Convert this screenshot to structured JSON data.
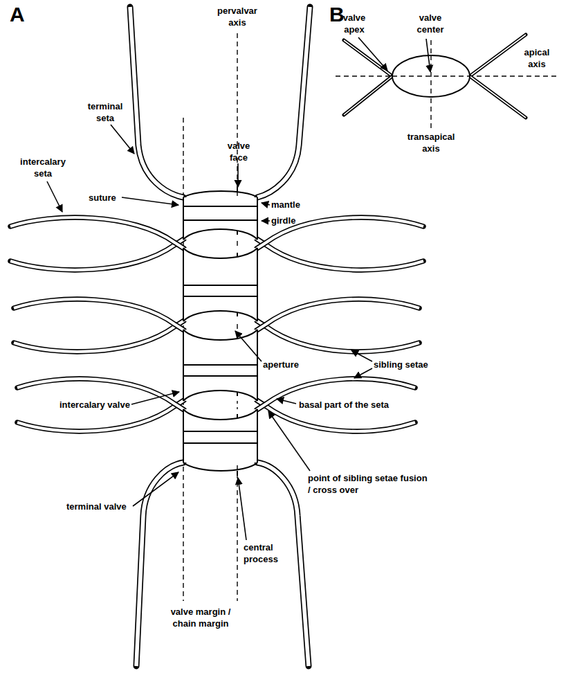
{
  "diagram": {
    "labels": [
      "A",
      "pervalvar axis",
      "terminal seta",
      "valve face",
      "intercalary seta",
      "suture",
      "mantle",
      "girdle",
      "sibling setae",
      "aperture",
      "intercalary valve",
      "basal part of the seta",
      "point of sibling setae fusion / cross over",
      "terminal valve",
      "central process",
      "valve margin / chain margin",
      "B",
      "valve apex",
      "valve center",
      "apical axis",
      "transapical axis"
    ]
  }
}
